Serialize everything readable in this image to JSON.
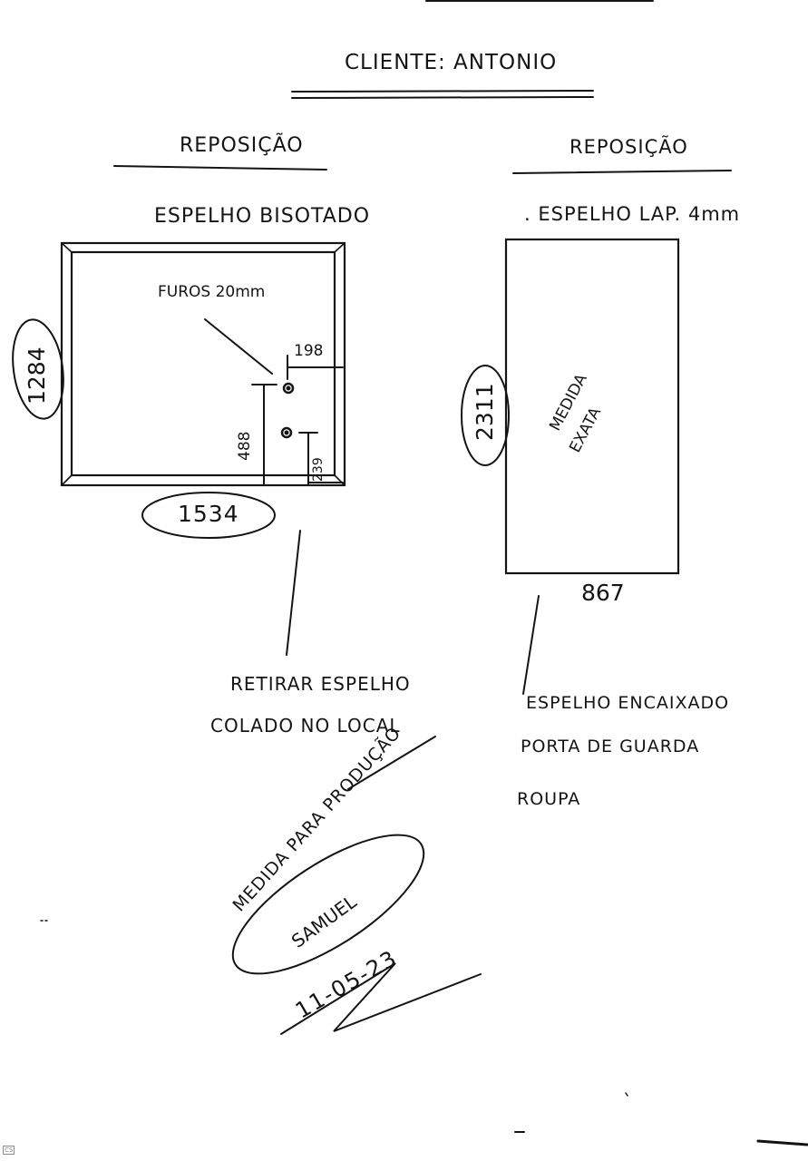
{
  "document": {
    "title": "CLIENTE: ANTONIO",
    "left": {
      "heading": "REPOSIÇÃO",
      "item": "ESPELHO BISOTADO",
      "holes_label": "FUROS 20mm",
      "height": "1284",
      "width": "1534",
      "dim_hole_x": "198",
      "dim_hole_y_upper": "488",
      "dim_hole_y_lower": "239",
      "note_line1": "RETIRAR ESPELHO",
      "note_line2": "COLADO NO LOCAL"
    },
    "right": {
      "heading": "REPOSIÇÃO",
      "item": ". ESPELHO LAP. 4mm",
      "height": "2311",
      "width": "867",
      "inner_line1": "MEDIDA",
      "inner_line2": "EXATA",
      "note_line1": "ESPELHO ENCAIXADO",
      "note_line2": "PORTA DE GUARDA",
      "note_line3": "ROUPA"
    },
    "footer": {
      "production_note": "MEDIDA PARA PRODUÇÃO",
      "signature": "SAMUEL",
      "date": "11-05-23"
    },
    "scanner_mark": "CS"
  }
}
